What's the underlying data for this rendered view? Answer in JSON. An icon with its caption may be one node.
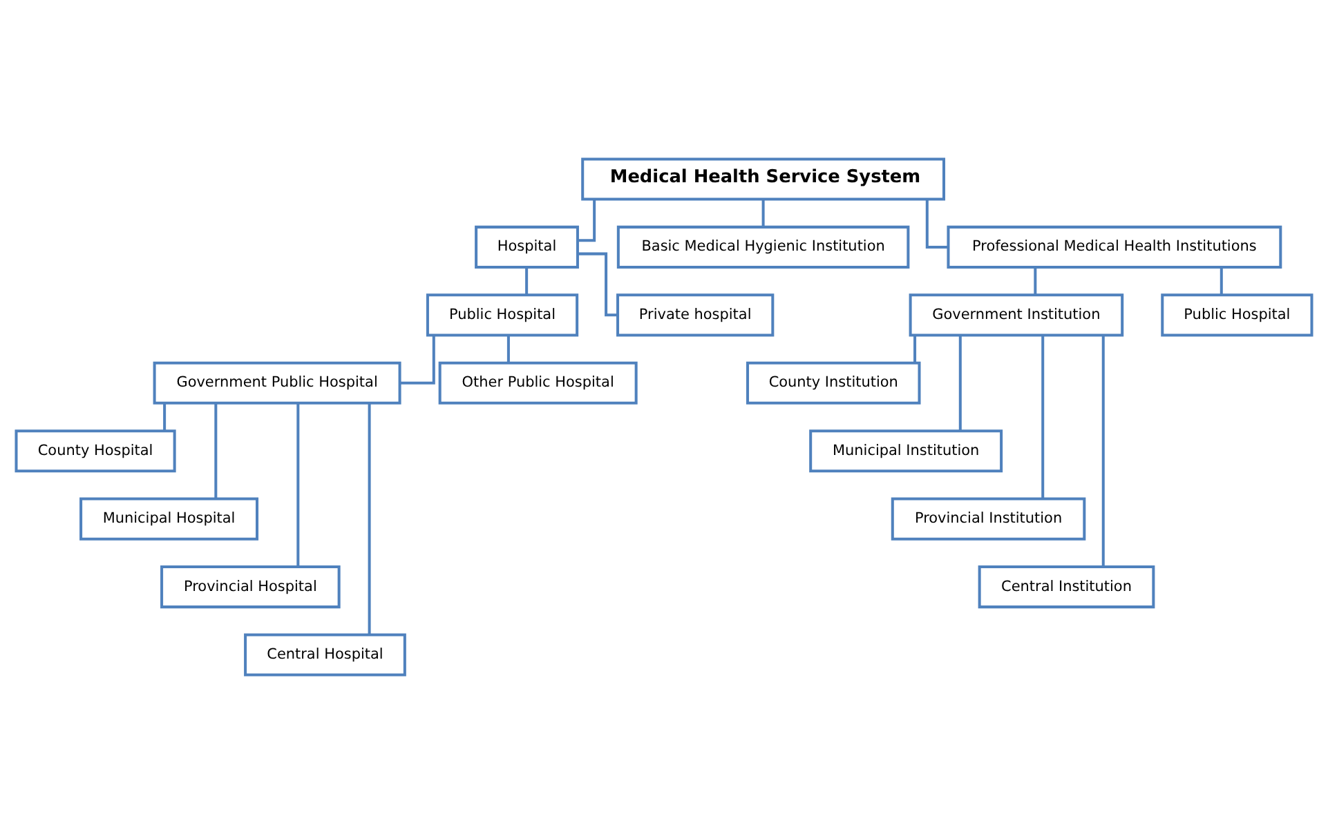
{
  "diagram": {
    "nodes": [
      {
        "text": [
          "Medical Health Service System"
        ]
      },
      {
        "text": [
          "Hospital"
        ]
      },
      {
        "text": [
          "Basic Medical Hygienic Institution"
        ]
      },
      {
        "text": [
          "Professional Medical Health Institutions"
        ]
      },
      {
        "text": [
          "Public Hospital"
        ]
      },
      {
        "text": [
          "Private hospital"
        ]
      },
      {
        "text": [
          "Government Public Hospital"
        ]
      },
      {
        "text": [
          "Other Public Hospital"
        ]
      },
      {
        "text": [
          "County Hospital"
        ]
      },
      {
        "text": [
          "Municipal Hospital"
        ]
      },
      {
        "text": [
          "Provincial Hospital"
        ]
      },
      {
        "text": [
          "Central Hospital"
        ]
      },
      {
        "text": [
          "Government Institution"
        ]
      },
      {
        "text": [
          "Public Hospital"
        ]
      },
      {
        "text": [
          "County Institution"
        ]
      },
      {
        "text": [
          "Municipal Institution"
        ]
      },
      {
        "text": [
          "Provincial Institution"
        ]
      },
      {
        "text": [
          "Central Institution"
        ]
      }
    ],
    "edges": [
      {
        "from": 0,
        "to": 1,
        "arrow": "none"
      },
      {
        "from": 0,
        "to": 2,
        "arrow": "none"
      },
      {
        "from": 0,
        "to": 3,
        "arrow": "none"
      },
      {
        "from": 1,
        "to": 4,
        "arrow": "none"
      },
      {
        "from": 1,
        "to": 5,
        "arrow": "none"
      },
      {
        "from": 4,
        "to": 6,
        "arrow": "none"
      },
      {
        "from": 4,
        "to": 7,
        "arrow": "none"
      },
      {
        "from": 6,
        "to": 8,
        "arrow": "none"
      },
      {
        "from": 6,
        "to": 9,
        "arrow": "none"
      },
      {
        "from": 6,
        "to": 10,
        "arrow": "none"
      },
      {
        "from": 6,
        "to": 11,
        "arrow": "none"
      },
      {
        "from": 3,
        "to": 12,
        "arrow": "none"
      },
      {
        "from": 3,
        "to": 13,
        "arrow": "none"
      },
      {
        "from": 12,
        "to": 14,
        "arrow": "none"
      },
      {
        "from": 12,
        "to": 15,
        "arrow": "none"
      },
      {
        "from": 12,
        "to": 16,
        "arrow": "none"
      },
      {
        "from": 12,
        "to": 17,
        "arrow": "none"
      }
    ]
  }
}
